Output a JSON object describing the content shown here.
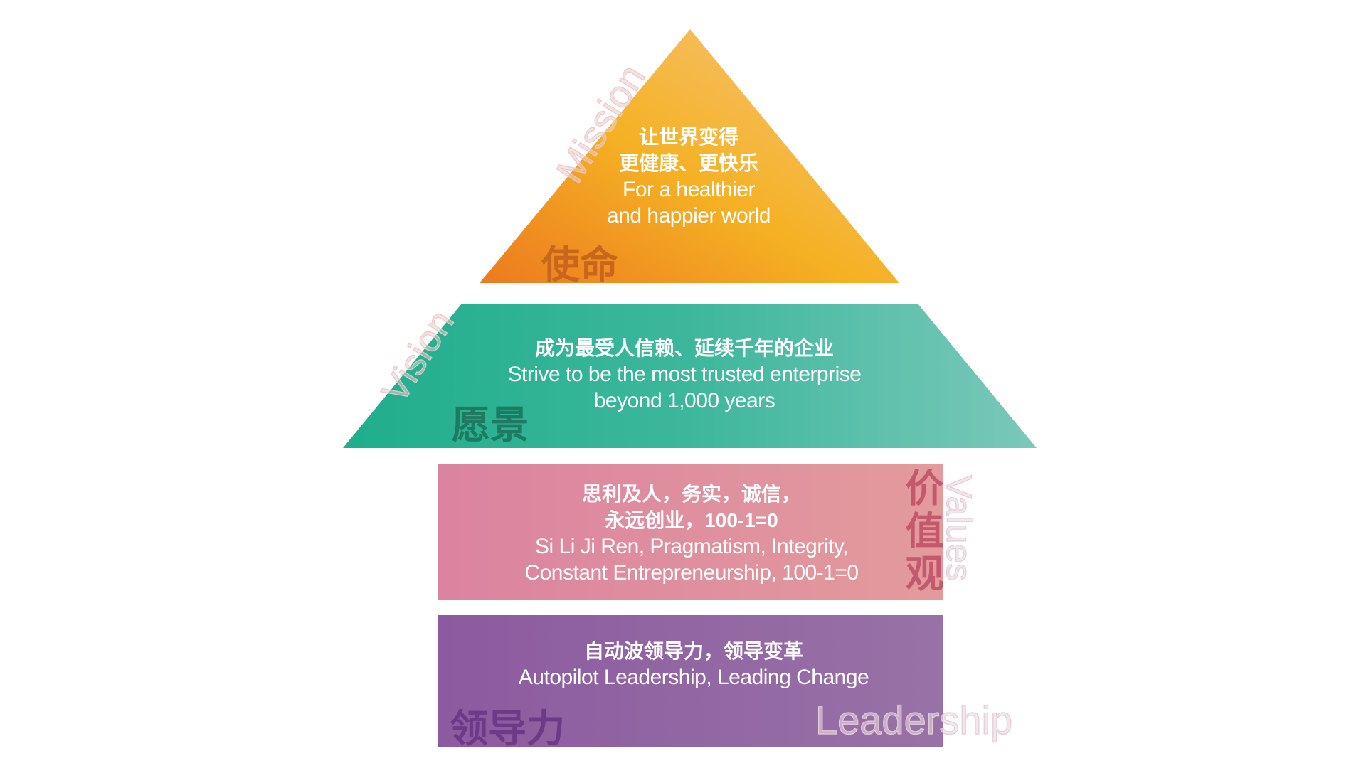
{
  "mission": {
    "label_zh": "使命",
    "label_en": "Mission",
    "lines_zh": [
      "让世界变得",
      "更健康、更快乐"
    ],
    "lines_en": [
      "For a healthier",
      "and happier world"
    ],
    "colors": {
      "from": "#ec7a1f",
      "mid": "#f5b123",
      "to": "#f5c582",
      "label": "#c8661e"
    }
  },
  "vision": {
    "label_zh": "愿景",
    "label_en": "Vision",
    "lines_zh": [
      "成为最受人信赖、延续千年的企业"
    ],
    "lines_en": [
      "Strive to be the most trusted enterprise",
      "beyond 1,000 years"
    ],
    "colors": {
      "from": "#1fae8c",
      "to": "#7bc8ba",
      "label": "#1f7a62"
    }
  },
  "values": {
    "label_zh": "价值观",
    "label_zh_chars": [
      "价",
      "值",
      "观"
    ],
    "label_en": "Values",
    "lines_zh": [
      "思利及人，务实，诚信，",
      "永远创业，100-1=0"
    ],
    "lines_en": [
      "Si Li Ji Ren, Pragmatism, Integrity,",
      "Constant Entrepreneurship, 100-1=0"
    ],
    "colors": {
      "from": "#db83a0",
      "to": "#e39b9c",
      "label": "#c4596e"
    }
  },
  "leadership": {
    "label_zh": "领导力",
    "label_en": "Leadership",
    "lines_zh": [
      "自动波领导力，领导变革"
    ],
    "lines_en": [
      "Autopilot Leadership, Leading Change"
    ],
    "colors": {
      "from": "#8c5aa0",
      "to": "#9872a6",
      "label": "#6c3a86"
    }
  }
}
